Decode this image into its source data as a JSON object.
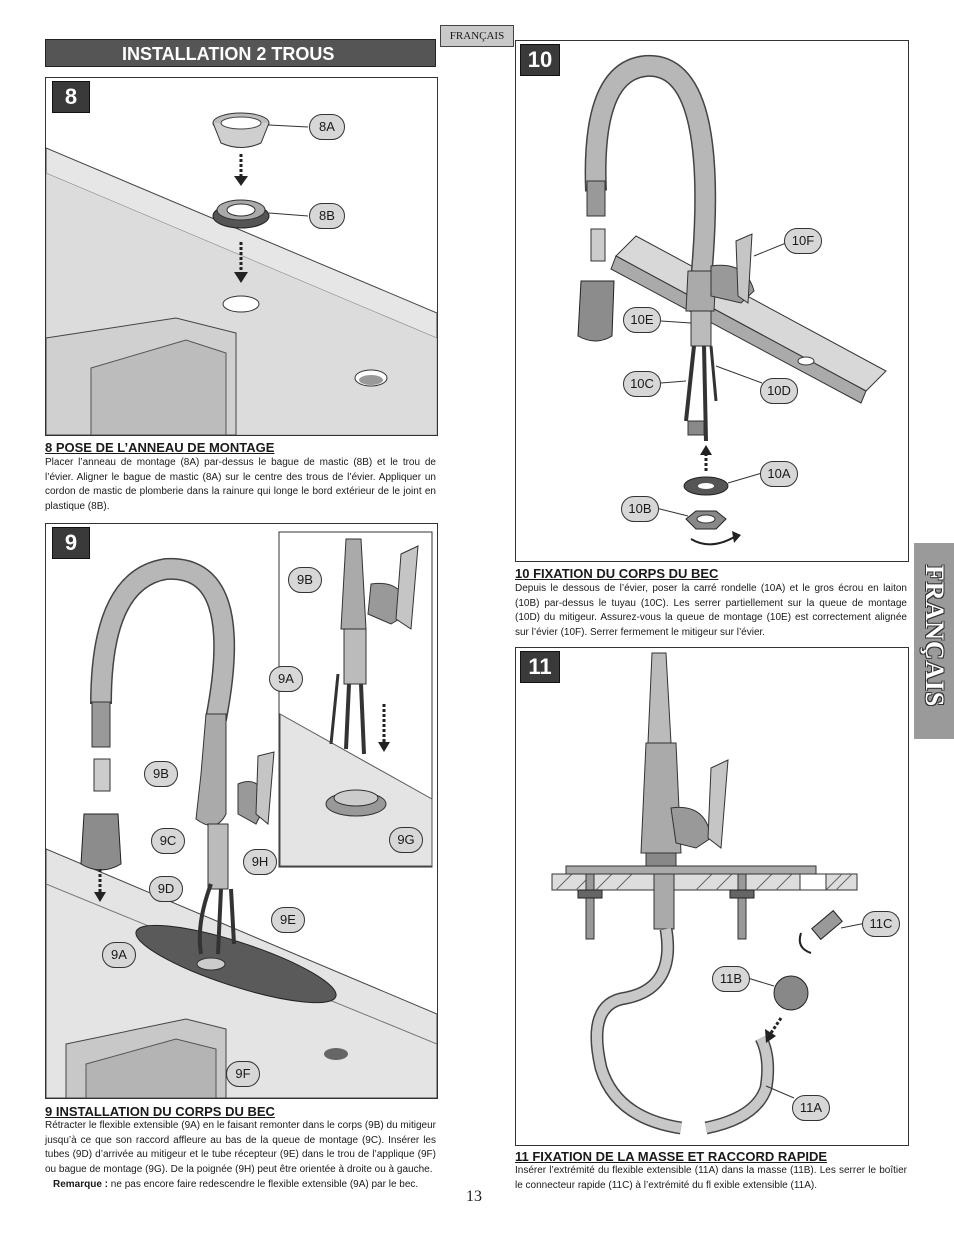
{
  "header": {
    "language_tag": "FRANÇAIS",
    "section_title": "INSTALLATION 2 TROUS"
  },
  "side_tab": {
    "label": "FRANÇAIS"
  },
  "step8": {
    "number": "8",
    "callouts": [
      "8A",
      "8B"
    ],
    "title": "8  POSE DE L’ANNEAU DE MONTAGE",
    "text": "Placer l’anneau de montage (8A) par-dessus le bague de mastic (8B) et le trou de l’évier. Aligner le bague de mastic (8A) sur le centre des trous de l’évier. Appliquer un cordon de mastic de plomberie dans la rainure qui longe le bord extérieur de le joint en plastique (8B)."
  },
  "step9": {
    "number": "9",
    "callouts": {
      "a": "9A",
      "b": "9B",
      "c": "9C",
      "d": "9D",
      "e": "9E",
      "f": "9F",
      "h": "9H",
      "inset_b": "9B",
      "inset_a": "9A",
      "inset_g": "9G"
    },
    "title": "9  INSTALLATION DU CORPS DU BEC",
    "text": "Rétracter le flexible extensible (9A) en le faisant remonter dans le corps (9B) du mitigeur jusqu’à ce que son raccord affleure au bas de la queue de montage (9C). Insérer les tubes (9D) d’arrivée au mitigeur et le tube récepteur (9E) dans le trou de l’applique (9F) ou bague de montage (9G). De la poignée (9H) peut être orientée à droite ou à gauche.",
    "remark_label": "Remarque :",
    "remark_text": "ne pas encore faire redescendre le flexible extensible (9A) par le bec."
  },
  "step10": {
    "number": "10",
    "callouts": {
      "a": "10A",
      "b": "10B",
      "c": "10C",
      "d": "10D",
      "e": "10E",
      "f": "10F"
    },
    "title": "10  FIXATION DU CORPS DU BEC",
    "text": "Depuis le dessous de l’évier, poser la carré rondelle (10A) et le gros écrou en laiton (10B) par-dessus le tuyau (10C). Les serrer partiellement sur la queue de montage (10D) du mitigeur. Assurez-vous la queue de montage (10E) est correctement alignée sur l’évier (10F). Serrer fermement le mitigeur sur l’évier."
  },
  "step11": {
    "number": "11",
    "callouts": {
      "a": "11A",
      "b": "11B",
      "c": "11C"
    },
    "title": "11  FIXATION DE LA MASSE ET RACCORD RAPIDE",
    "text": "Insérer l’extrémité du flexible extensible (11A) dans la masse (11B). Les serrer le boîtier le connecteur rapide (11C) à l’extrémité du fl exible extensible (11A)."
  },
  "page_number": "13"
}
